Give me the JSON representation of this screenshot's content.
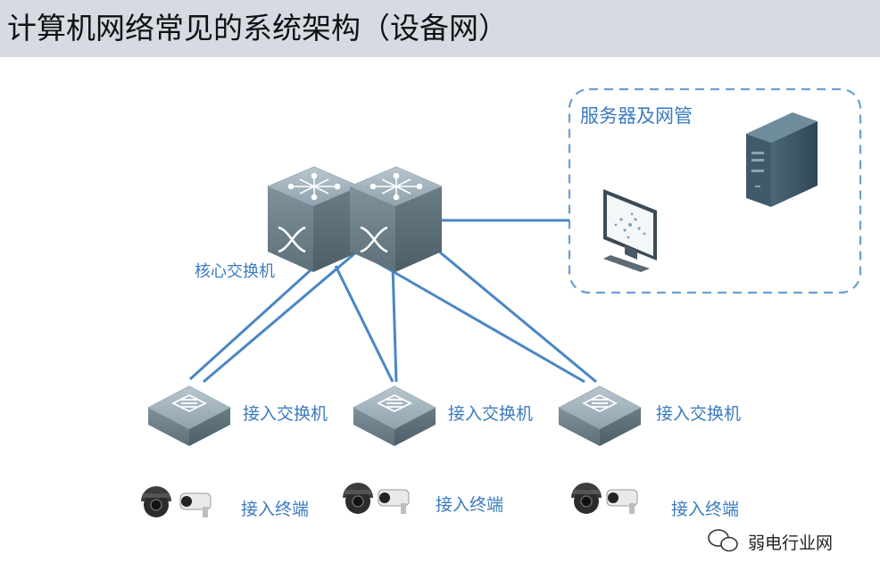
{
  "header": {
    "title": "计算机网络常见的系统架构（设备网）"
  },
  "server_zone": {
    "label": "服务器及网管"
  },
  "core": {
    "label": "核心交换机"
  },
  "access_switches": [
    {
      "label": "接入交换机"
    },
    {
      "label": "接入交换机"
    },
    {
      "label": "接入交换机"
    }
  ],
  "terminals": [
    {
      "label": "接入终端"
    },
    {
      "label": "接入终端"
    },
    {
      "label": "接入终端"
    }
  ],
  "watermark": {
    "text": "弱电行业网"
  },
  "colors": {
    "link": "#4a86c5",
    "label": "#3a7bbf",
    "switch": "#6f838f",
    "zone_border": "#6a9fd4",
    "header_bg": "#d6dae3"
  }
}
